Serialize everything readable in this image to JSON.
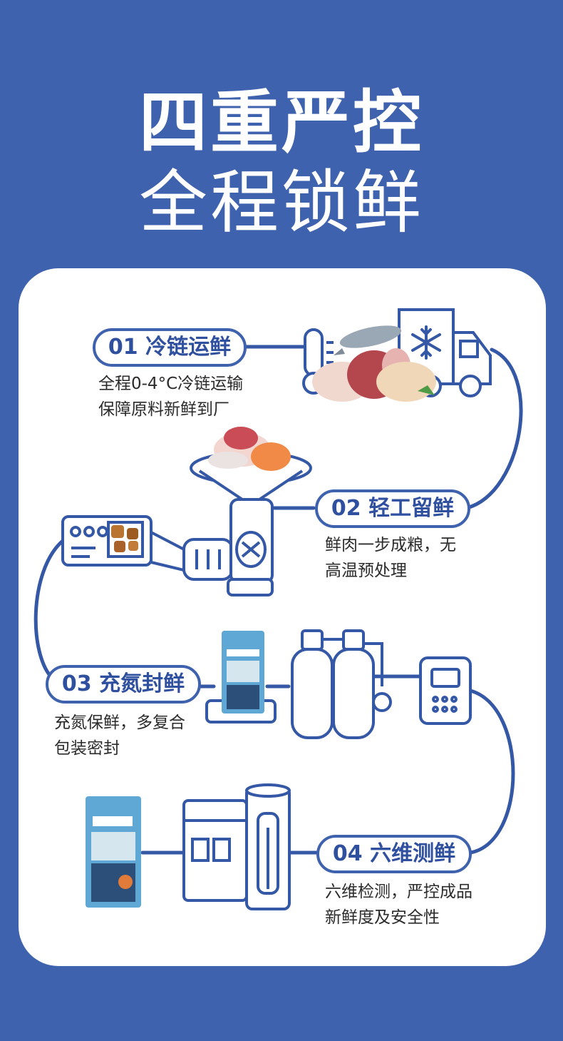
{
  "header": {
    "line1": "四重严控",
    "line2": "全程锁鲜"
  },
  "steps": [
    {
      "label": "01 冷链运鲜",
      "desc1": "全程0-4°C冷链运输",
      "desc2": "保障原料新鲜到厂"
    },
    {
      "label": "02 轻工留鲜",
      "desc1": "鲜肉一步成粮，无",
      "desc2": "高温预处理"
    },
    {
      "label": "03 充氮封鲜",
      "desc1": "充氮保鲜，多复合",
      "desc2": "包装密封"
    },
    {
      "label": "04 六维测鲜",
      "desc1": "六维检测，严控成品",
      "desc2": "新鲜度及安全性"
    }
  ],
  "colors": {
    "brand_blue": "#3f62ae",
    "line_blue": "#3558a6",
    "card_bg": "#ffffff",
    "text": "#2b2b2b"
  },
  "icons": [
    "snowflake-icon",
    "truck-icon",
    "thermometer-icon",
    "grinder-icon",
    "control-panel-icon",
    "gas-tank-icon",
    "keypad-icon",
    "food-bag-icon",
    "testing-machine-icon"
  ]
}
